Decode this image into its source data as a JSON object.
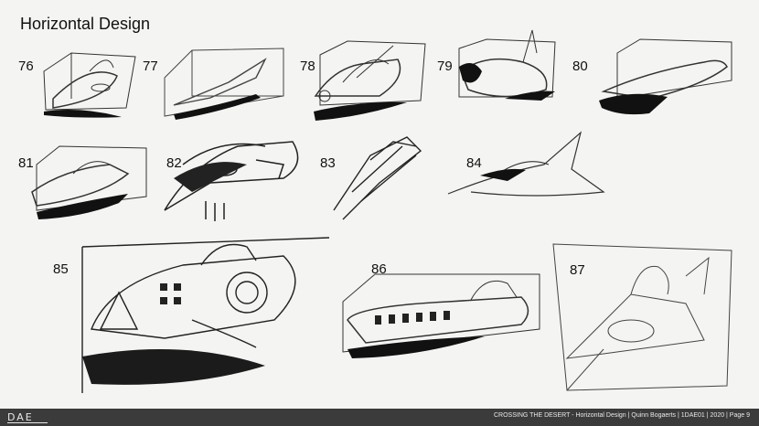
{
  "page": {
    "title": "Horizontal Design"
  },
  "sketches": [
    {
      "number": "76"
    },
    {
      "number": "77"
    },
    {
      "number": "78"
    },
    {
      "number": "79"
    },
    {
      "number": "80"
    },
    {
      "number": "81"
    },
    {
      "number": "82"
    },
    {
      "number": "83"
    },
    {
      "number": "84"
    },
    {
      "number": "85"
    },
    {
      "number": "86"
    },
    {
      "number": "87"
    }
  ],
  "footer": {
    "logo_text": "DAE",
    "caption": "CROSSING THE DESERT - Horizontal Design | Quinn Bogaerts | 1DAE01 | 2020 | Page 9"
  }
}
